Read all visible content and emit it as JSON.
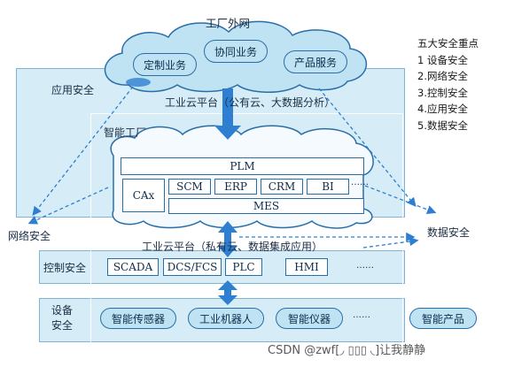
{
  "cloud_top": {
    "title": "工厂外网",
    "items": [
      "定制业务",
      "协同业务",
      "产品服务"
    ]
  },
  "right_legend": {
    "title": "五大安全重点",
    "items": [
      "1 设备安全",
      "2.网络安全",
      "3.控制安全",
      "4.应用安全",
      "5.数据安全"
    ]
  },
  "labels": {
    "app_security": "应用安全",
    "public_cloud": "工业云平台（公有云、大数据分析）",
    "smart_factory": "智能工厂",
    "network_security": "网络安全",
    "data_security": "数据安全",
    "private_cloud": "工业云平台（私有云、数据集成应用）",
    "control_security": "控制安全",
    "device_security": "设备\n安全"
  },
  "factory_systems": {
    "plm": "PLM",
    "cax": "CAx",
    "row": [
      "SCM",
      "ERP",
      "CRM",
      "BI"
    ],
    "ellipsis": "……",
    "mes": "MES"
  },
  "control_layer": {
    "items": [
      "SCADA",
      "DCS/FCS",
      "PLC",
      "HMI"
    ],
    "ellipsis": "……"
  },
  "device_layer": {
    "items": [
      "智能传感器",
      "工业机器人",
      "智能仪器"
    ],
    "ellipsis": "……",
    "product": "智能产品"
  },
  "watermark": "CSDN @zwf[◞ ▯▯▯ ◟]让我静静",
  "colors": {
    "band": "#d6edf7",
    "cloud": "#bfe3f3",
    "stroke": "#2a6ea8",
    "arrow": "#2e7fd1"
  }
}
